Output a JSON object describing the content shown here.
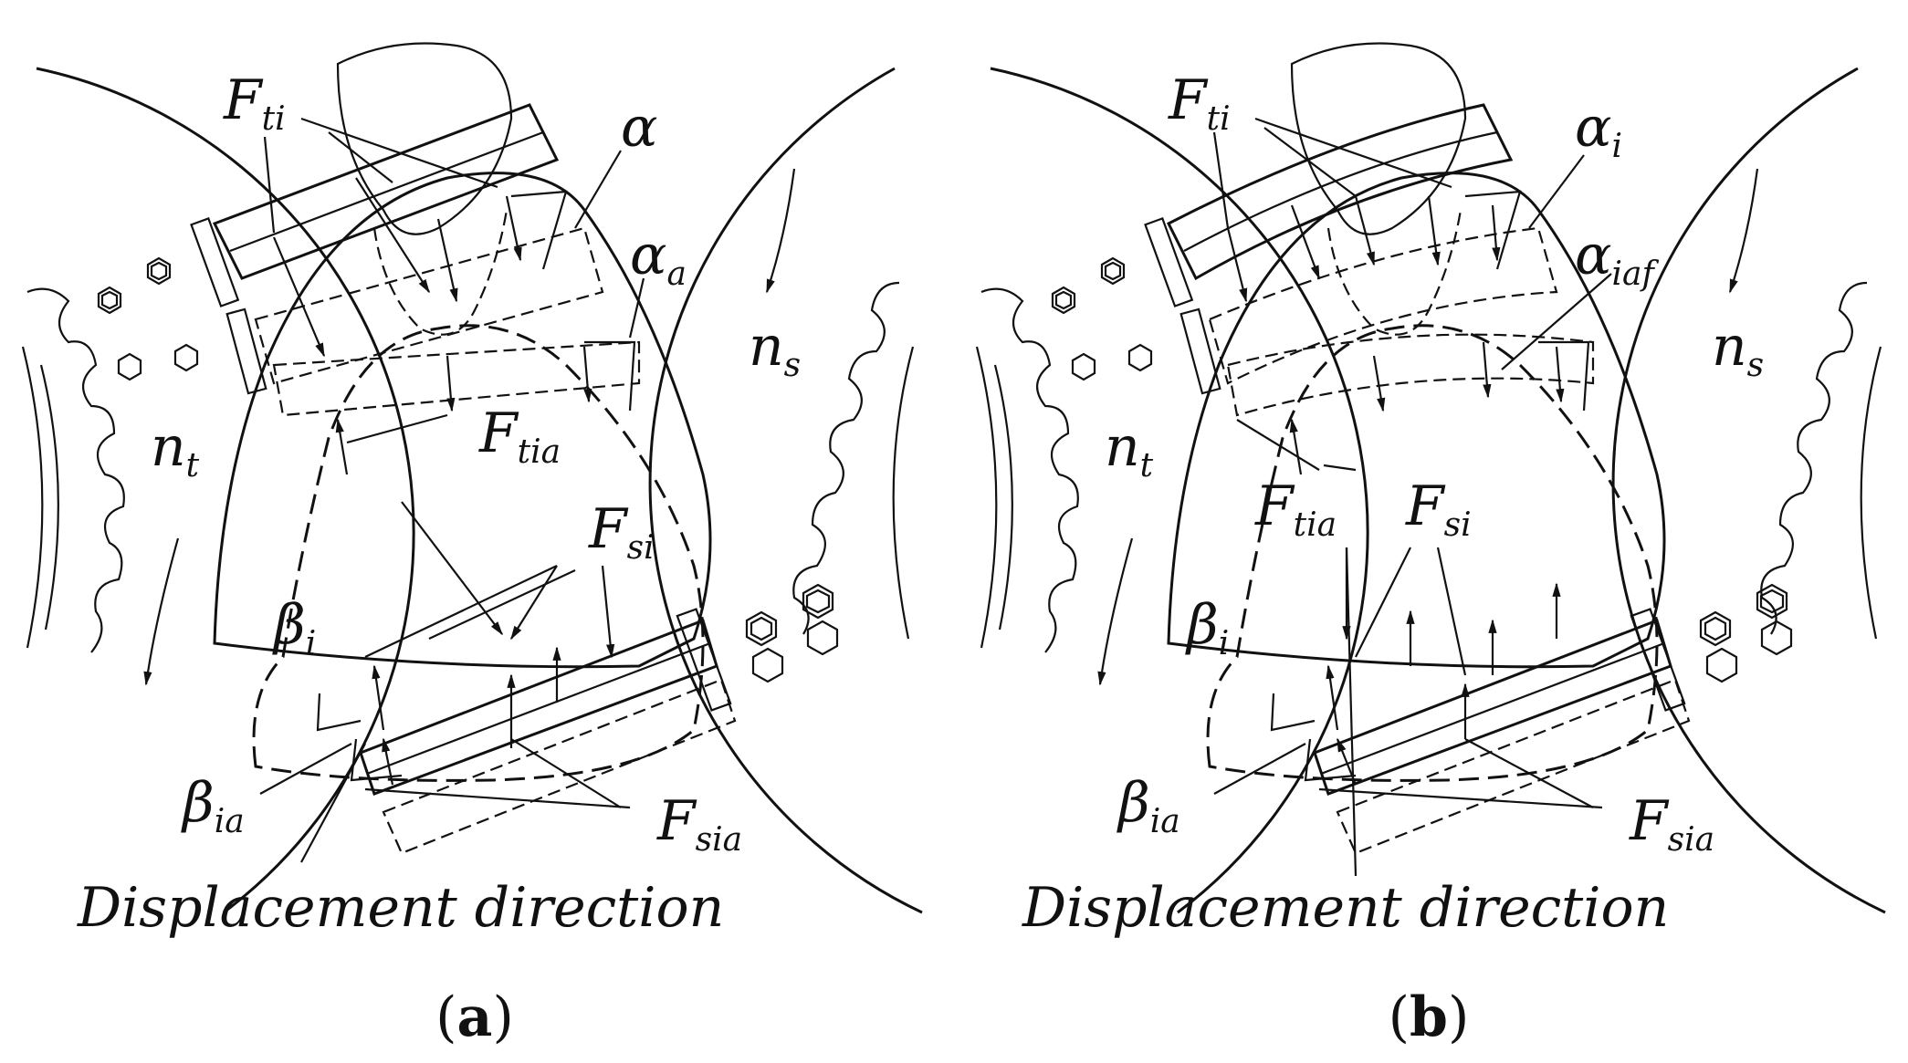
{
  "figure": {
    "panels": [
      {
        "id": "a",
        "caption": "a",
        "labels": {
          "f_ti": {
            "main": "F",
            "sub": "ti"
          },
          "alpha": {
            "main": "α",
            "sub": ""
          },
          "alpha_a": {
            "main": "α",
            "sub": "a"
          },
          "n_s": {
            "main": "n",
            "sub": "s"
          },
          "n_t": {
            "main": "n",
            "sub": "t"
          },
          "f_tia": {
            "main": "F",
            "sub": "tia"
          },
          "f_si": {
            "main": "F",
            "sub": "si"
          },
          "beta_i": {
            "main": "β",
            "sub": "i"
          },
          "beta_ia": {
            "main": "β",
            "sub": "ia"
          },
          "f_sia": {
            "main": "F",
            "sub": "sia"
          },
          "displacement": "Displacement direction"
        }
      },
      {
        "id": "b",
        "caption": "b",
        "labels": {
          "f_ti": {
            "main": "F",
            "sub": "ti"
          },
          "alpha": {
            "main": "α",
            "sub": "i"
          },
          "alpha_a": {
            "main": "α",
            "sub": "iaf"
          },
          "n_s": {
            "main": "n",
            "sub": "s"
          },
          "n_t": {
            "main": "n",
            "sub": "t"
          },
          "f_tia": {
            "main": "F",
            "sub": "tia"
          },
          "f_si": {
            "main": "F",
            "sub": "si"
          },
          "beta_i": {
            "main": "β",
            "sub": "i"
          },
          "beta_ia": {
            "main": "β",
            "sub": "ia"
          },
          "f_sia": {
            "main": "F",
            "sub": "sia"
          },
          "displacement": "Displacement direction"
        }
      }
    ]
  }
}
